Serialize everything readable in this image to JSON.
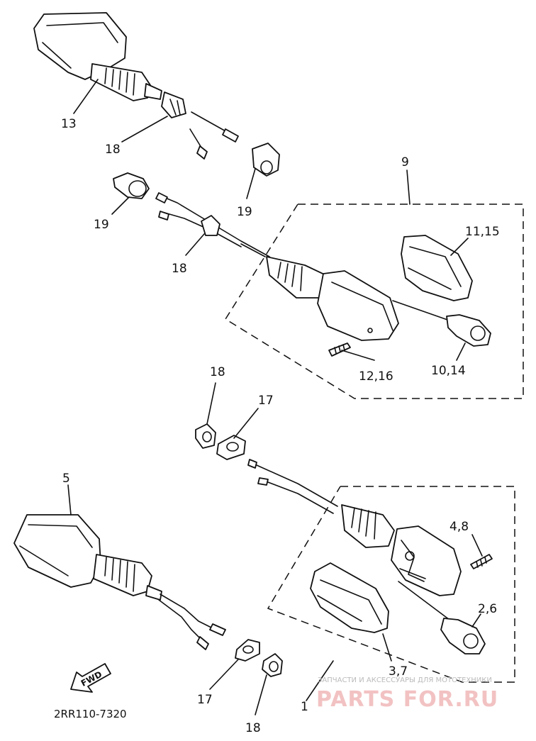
{
  "labels": {
    "p13": "13",
    "p18a": "18",
    "p19a": "19",
    "p19b": "19",
    "p18b": "18",
    "p9": "9",
    "p11_15": "11,15",
    "p10_14": "10,14",
    "p12_16": "12,16",
    "p18c": "18",
    "p17a": "17",
    "p5": "5",
    "p4_8": "4,8",
    "p2_6": "2,6",
    "p3_7": "3,7",
    "p17b": "17",
    "p18d": "18",
    "p1": "1"
  },
  "diagram_code": "2RR110-7320",
  "fwd_mark": "FWD",
  "watermark": {
    "caption": "ЗАПЧАСТИ И АКСЕССУАРЫ ДЛЯ МОТОТЕХНИКИ",
    "brand": "PARTS FOR.RU"
  },
  "colors": {
    "ink": "#111111",
    "watermark": "#f2c2c2"
  }
}
